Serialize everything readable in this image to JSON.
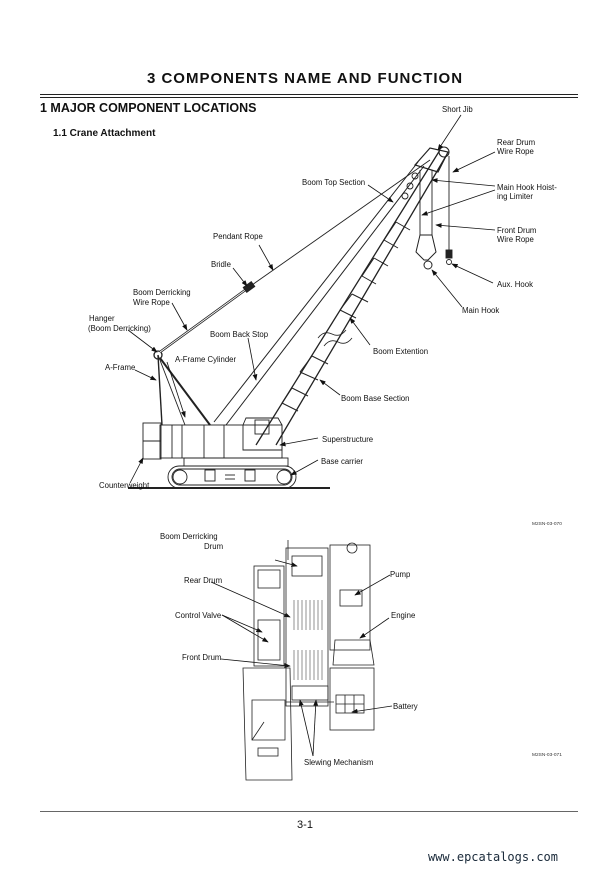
{
  "page": {
    "chapter_title": "3 COMPONENTS NAME AND FUNCTION",
    "section_title": "1 MAJOR COMPONENT LOCATIONS",
    "subsection_title": "1.1 Crane Attachment",
    "page_number": "3-1",
    "watermark": "www.epcatalogs.com"
  },
  "figure1": {
    "id": "M2SN-03-070",
    "labels": {
      "short_jib": "Short Jib",
      "rear_drum_wire_rope_1": "Rear Drum",
      "rear_drum_wire_rope_2": "Wire Rope",
      "main_hook_limiter_1": "Main Hook Hoist-",
      "main_hook_limiter_2": "ing Limiter",
      "front_drum_wire_rope_1": "Front Drum",
      "front_drum_wire_rope_2": "Wire Rope",
      "aux_hook": "Aux. Hook",
      "main_hook": "Main Hook",
      "boom_top_section": "Boom Top Section",
      "pendant_rope": "Pendant Rope",
      "bridle": "Bridle",
      "boom_derricking_wire_rope_1": "Boom Derricking",
      "boom_derricking_wire_rope_2": "Wire Rope",
      "hanger_1": "Hanger",
      "hanger_2": "(Boom Derricking)",
      "a_frame": "A-Frame",
      "a_frame_cylinder": "A-Frame Cylinder",
      "boom_back_stop": "Boom Back Stop",
      "boom_extention": "Boom Extention",
      "boom_base_section": "Boom Base Section",
      "superstructure": "Superstructure",
      "base_carrier": "Base carrier",
      "counterweight": "Counterweight"
    }
  },
  "figure2": {
    "id": "M2SN-03-071",
    "labels": {
      "boom_derricking_drum_1": "Boom Derricking",
      "boom_derricking_drum_2": "Drum",
      "rear_drum": "Rear Drum",
      "control_valve": "Control Valve",
      "front_drum": "Front Drum",
      "pump": "Pump",
      "engine": "Engine",
      "battery": "Battery",
      "slewing_mechanism": "Slewing Mechanism"
    }
  }
}
